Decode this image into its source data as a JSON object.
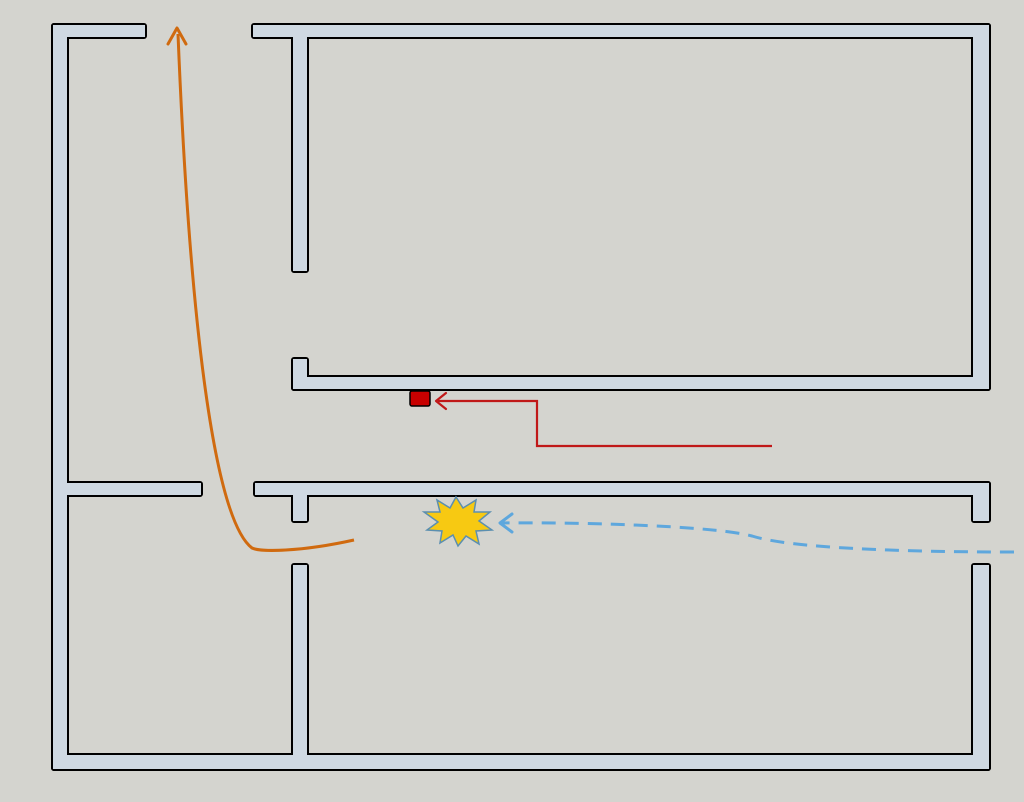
{
  "colors": {
    "background": "#d4d4cf",
    "wall_fill": "#cfd9e2",
    "wall_outline": "#000000",
    "orange_path": "#d06a0f",
    "red_path": "#c01818",
    "red_device": "#c80000",
    "blue_path": "#5ea7dd",
    "explosion_fill": "#f7c912",
    "explosion_outline": "#5b8fb0"
  },
  "diagram": {
    "elements": [
      "floor-plan-walls",
      "orange-escape-route-arrow",
      "red-route-arrow",
      "red-device-marker",
      "blue-dashed-incoming-arrow",
      "explosion-burst-icon"
    ]
  }
}
